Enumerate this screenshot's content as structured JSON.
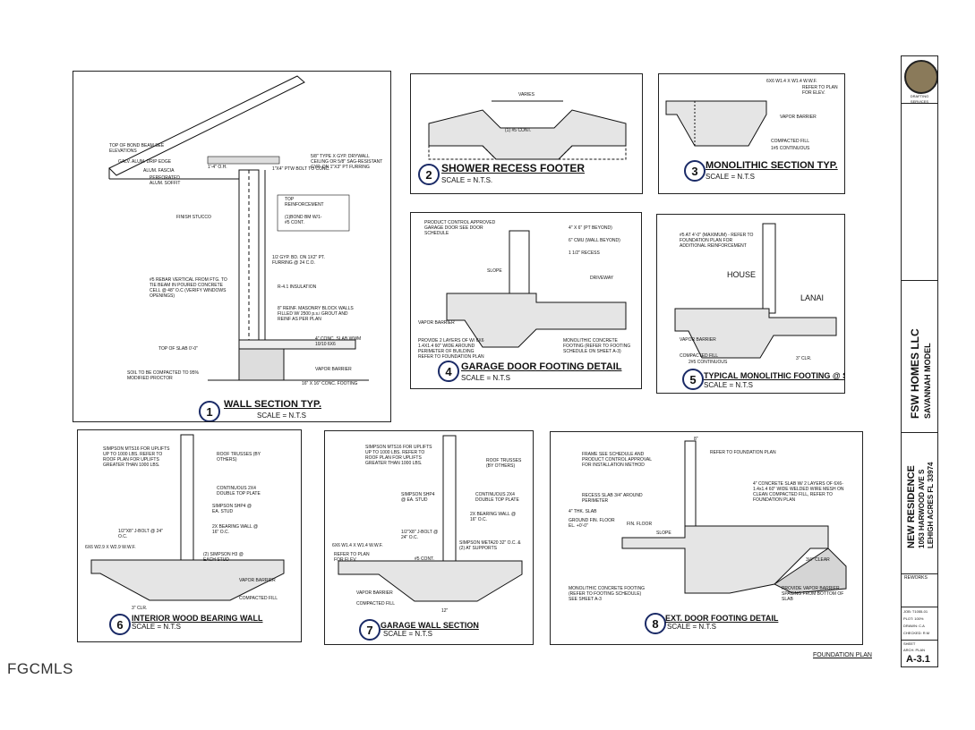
{
  "watermark": "FGCMLS",
  "sheet_footer": "FOUNDATION PLAN",
  "details": [
    {
      "num": "1",
      "title": "WALL SECTION TYP.",
      "scale": "SCALE = N.T.S",
      "labels": [
        "TOP OF BOND BEAM SEE ELEVATIONS",
        "GALV. ALUM. DRIP EDGE",
        "ALUM. FASCIA",
        "PERFORATED ALUM. SOFFIT",
        "1'-4\" O.H.",
        "1\"X4\" PTW BOLT TO CONC.",
        "5/8\" TYPE X GYP. DRYWALL CEILING OR 5/8\" SAG-RESISTANT GYP. ON 1\"X3\" PT FURRING",
        "TOP REINFORCEMENT",
        "(1)BOND BM W/1-#5 CONT.",
        "FINISH STUCCO",
        "1/2 GYP. BD. ON 1X2\" PT. FURRING @ 24 C.O.",
        "#5 REBAR VERTICAL FROM FTG. TO TIE BEAM IN POURED CONCRETE CELL @ 48\" O.C (VERIFY WINDOWS OPENINGS)",
        "R-4.1 INSULATION",
        "8\" REINF. MASONRY BLOCK WALLS FILLED W/ 2500 p.s.i GROUT AND REINF AS PER PLAN",
        "TOP OF SLAB 0'-0\"",
        "4\" CONC. SLAB WWM 10/10 6X6",
        "SOIL TO BE COMPACTED TO 95% MODIFIED PROCTOR",
        "VAPOR BARRIER",
        "16\" X 16\" CONC. FOOTING"
      ]
    },
    {
      "num": "2",
      "title": "SHOWER RECESS FOOTER",
      "scale": "SCALE = N.T.S.",
      "labels": [
        "VARIES",
        "(1) #5 CONT."
      ]
    },
    {
      "num": "3",
      "title": "MONOLITHIC SECTION TYP.",
      "scale": "SCALE = N.T.S",
      "labels": [
        "6X6 W1.4 X W1.4 W.W.F.",
        "REFER TO PLAN FOR ELEV.",
        "VAPOR BARRIER",
        "COMPACTED FILL",
        "1#5 CONTINUOUS"
      ]
    },
    {
      "num": "4",
      "title": "GARAGE DOOR FOOTING DETAIL",
      "scale": "SCALE = N.T.S",
      "labels": [
        "PRODUCT CONTROL APPROVED GARAGE DOOR SEE DOOR SCHEDULE",
        "4\" X 6\" (PT BEYOND)",
        "6\" CMU (WALL BEYOND)",
        "1 1/2\" RECESS",
        "SLOPE",
        "DRIVEWAY",
        "VAPOR BARRIER",
        "PROVIDE 2 LAYERS OF W/ 6X6 1.4X1.4 60\" WIDE AROUND PERIMETER OF BUILDING REFER TO FOUNDATION PLAN",
        "MONOLITHIC CONCRETE FOOTING (REFER TO FOOTING SCHEDULE ON SHEET A-3)"
      ]
    },
    {
      "num": "5",
      "title": "TYPICAL MONOLITHIC FOOTING @ STEP",
      "scale": "SCALE = N.T.S",
      "labels": [
        "#5 AT 4'-0\" (MAXIMUM) - REFER TO FOUNDATION PLAN FOR ADDITIONAL REINFORCEMENT",
        "HOUSE",
        "LANAI",
        "VAPOR BARRIER",
        "COMPACTED FILL",
        "2#5 CONTINUOUS",
        "3\" CLR."
      ]
    },
    {
      "num": "6",
      "title": "INTERIOR WOOD BEARING WALL",
      "scale": "SCALE = N.T.S",
      "labels": [
        "SIMPSON MTS16 FOR UPLIFTS UP TO 1000 LBS. REFER TO ROOF PLAN FOR UPLIFTS GREATER THAN 1000 LBS.",
        "ROOF TRUSSES (BY OTHERS)",
        "CONTINUOUS 2X4 DOUBLE TOP PLATE",
        "SIMPSON SHP4 @ EA. STUD",
        "1/2\"X8\" J-BOLT @ 24\" O.C.",
        "2X BEARING WALL @ 16\" O.C.",
        "6X6 W2.9 X W2.9 W.W.F.",
        "(2) SIMPSON H3 @ EACH STUD",
        "VAPOR BARRIER",
        "COMPACTED FILL",
        "3\" CLR."
      ]
    },
    {
      "num": "7",
      "title": "GARAGE WALL SECTION",
      "scale": "SCALE = N.T.S",
      "labels": [
        "SIMPSON MTS16 FOR UPLIFTS UP TO 1000 LBS. REFER TO ROOF PLAN FOR UPLIFTS GREATER THAN 1000 LBS.",
        "ROOF TRUSSES (BY OTHERS)",
        "SIMPSON SHP4 @ EA. STUD",
        "CONTINUOUS 2X4 DOUBLE TOP PLATE",
        "1/2\"X8\" J-BOLT @ 24\" O.C.",
        "2X BEARING WALL @ 16\" O.C.",
        "SIMPSON META20 32\" O.C. & (2) AT SUPPORTS",
        "6X6 W1.4 X W1.4 W.W.F.",
        "REFER TO PLAN FOR ELEV.",
        "#5 CONT.",
        "VAPOR BARRIER",
        "COMPACTED FILL",
        "12\""
      ]
    },
    {
      "num": "8",
      "title": "EXT. DOOR FOOTING DETAIL",
      "scale": "SCALE = N.T.S",
      "labels": [
        "FRAME SEE SCHEDULE AND PRODUCT CONTROL APPROVAL FOR INSTALLATION METHOD",
        "REFER TO FOUNDATION PLAN",
        "RECESS SLAB 3/4\" AROUND PERIMETER",
        "4\" CONCRETE SLAB W/ 2 LAYERS OF 6X6-1.4x1.4 60\" WIDE WELDED WIRE MESH ON CLEAN COMPACTED FILL, REFER TO FOUNDATION PLAN",
        "4\" THK. SLAB",
        "GROUND FIN. FLOOR EL. +0'-0\"",
        "FIN. FLOOR",
        "SLOPE",
        "3/4\" CLEAR",
        "MONOLITHIC CONCRETE FOOTING (REFER TO FOOTING SCHEDULE) SEE SHEET A-3",
        "PROVIDE VAPOR BARRIER SPACING FROM BOTTOM OF SLAB",
        "8\""
      ]
    }
  ],
  "title_block": {
    "company": "DRAFTING SERVICES",
    "client": "FSW HOMES LLC",
    "model": "SAVANNAH MODEL",
    "project": "NEW RESIDENCE",
    "address1": "1053 HARWOOD AVE S",
    "address2": "LEHIGH ACRES FL 33974",
    "reworks": "REWORKS",
    "plot": "PLOT: 100%",
    "drawn": "DRAWN: C.A",
    "checked": "CHECKED: R.M",
    "job": "JOB: T1055-01",
    "sheet_label": "SHEET",
    "sheet_title": "ARCH. PLAN",
    "sheet_number": "A-3.1"
  }
}
